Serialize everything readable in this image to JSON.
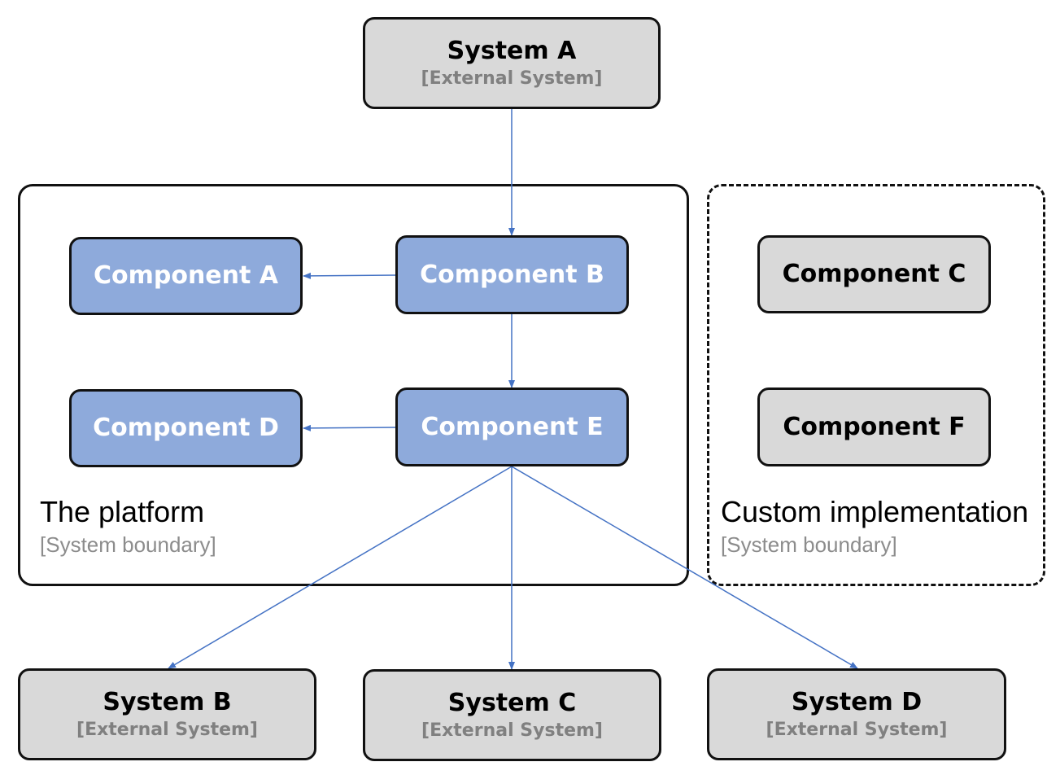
{
  "colors": {
    "component_fill": "#8eaadb",
    "external_fill": "#d9d9d9",
    "edge": "#4472c4",
    "stroke": "#111111"
  },
  "external_systems": {
    "a": {
      "title": "System A",
      "subtitle": "[External System]"
    },
    "b": {
      "title": "System B",
      "subtitle": "[External System]"
    },
    "c": {
      "title": "System C",
      "subtitle": "[External System]"
    },
    "d": {
      "title": "System D",
      "subtitle": "[External System]"
    }
  },
  "platform": {
    "name": "The platform",
    "type": "[System boundary]",
    "components": {
      "a": "Component A",
      "b": "Component B",
      "d": "Component D",
      "e": "Component E"
    }
  },
  "custom": {
    "name": "Custom implementation",
    "type": "[System boundary]",
    "components": {
      "c": "Component C",
      "f": "Component F"
    }
  },
  "edges": [
    {
      "from": "System A",
      "to": "Component B"
    },
    {
      "from": "Component B",
      "to": "Component A"
    },
    {
      "from": "Component B",
      "to": "Component E"
    },
    {
      "from": "Component E",
      "to": "Component D"
    },
    {
      "from": "Component E",
      "to": "System B"
    },
    {
      "from": "Component E",
      "to": "System C"
    },
    {
      "from": "Component E",
      "to": "System D"
    }
  ]
}
